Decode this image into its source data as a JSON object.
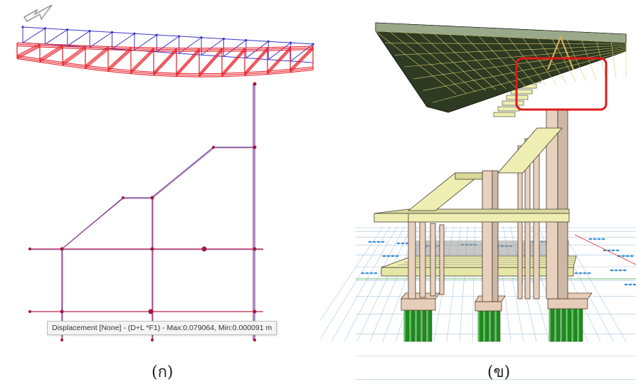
{
  "panel_a": {
    "status_text": "Displacement [None] - (D+L *F1) -  Max:0.079064, Min:0.000091 m",
    "caption": "(ก)",
    "colors": {
      "deformed": "#e8202a",
      "undeformed": "#3a33c8",
      "frame": "#c02048"
    }
  },
  "panel_b": {
    "caption": "(ข)",
    "colors": {
      "roof": "#3a4a2a",
      "concrete": "#e8d2bf",
      "slab": "#eeeeb2",
      "piles": "#1f8a1f",
      "highlight": "#e01818",
      "grid": "#7fa9c9"
    }
  }
}
